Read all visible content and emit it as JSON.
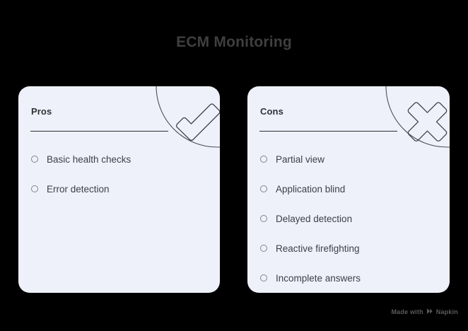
{
  "page": {
    "title": "ECM Monitoring",
    "background_color": "#000000",
    "title_color": "#3f3f3f"
  },
  "cards": [
    {
      "id": "pros",
      "heading": "Pros",
      "icon": "check-icon",
      "card_color": "#eef1f9",
      "items": [
        "Basic health checks",
        "Error detection"
      ]
    },
    {
      "id": "cons",
      "heading": "Cons",
      "icon": "cross-icon",
      "card_color": "#eef1f9",
      "items": [
        "Partial view",
        "Application blind",
        "Delayed detection",
        "Reactive firefighting",
        "Incomplete answers"
      ]
    }
  ],
  "watermark": {
    "prefix": "Made with",
    "brand": "Napkin",
    "logo": "napkin-logo-icon"
  }
}
